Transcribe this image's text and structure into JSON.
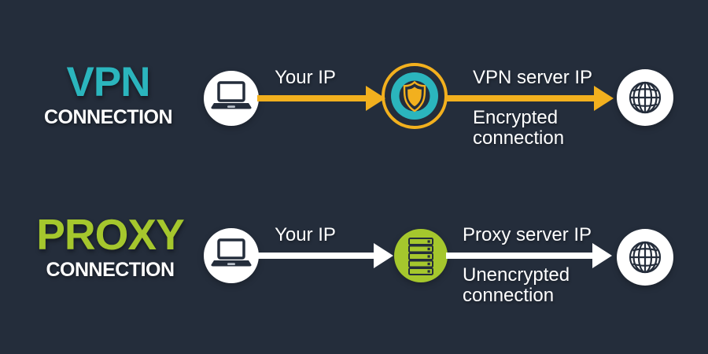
{
  "colors": {
    "background": "#242d3b",
    "vpn_teal": "#2bb5bd",
    "proxy_green": "#a5c72d",
    "arrow_yellow": "#f2b01e",
    "arrow_white": "#ffffff"
  },
  "vpn_row": {
    "title": "VPN",
    "subtitle": "CONNECTION",
    "source_label": "Your IP",
    "server_label": "VPN server IP",
    "connection_line1": "Encrypted",
    "connection_line2": "connection",
    "source_icon": "laptop-icon",
    "middle_icon": "shield-icon",
    "destination_icon": "globe-icon"
  },
  "proxy_row": {
    "title": "PROXY",
    "subtitle": "CONNECTION",
    "source_label": "Your IP",
    "server_label": "Proxy server IP",
    "connection_line1": "Unencrypted",
    "connection_line2": "connection",
    "source_icon": "laptop-icon",
    "middle_icon": "server-icon",
    "destination_icon": "globe-icon"
  }
}
